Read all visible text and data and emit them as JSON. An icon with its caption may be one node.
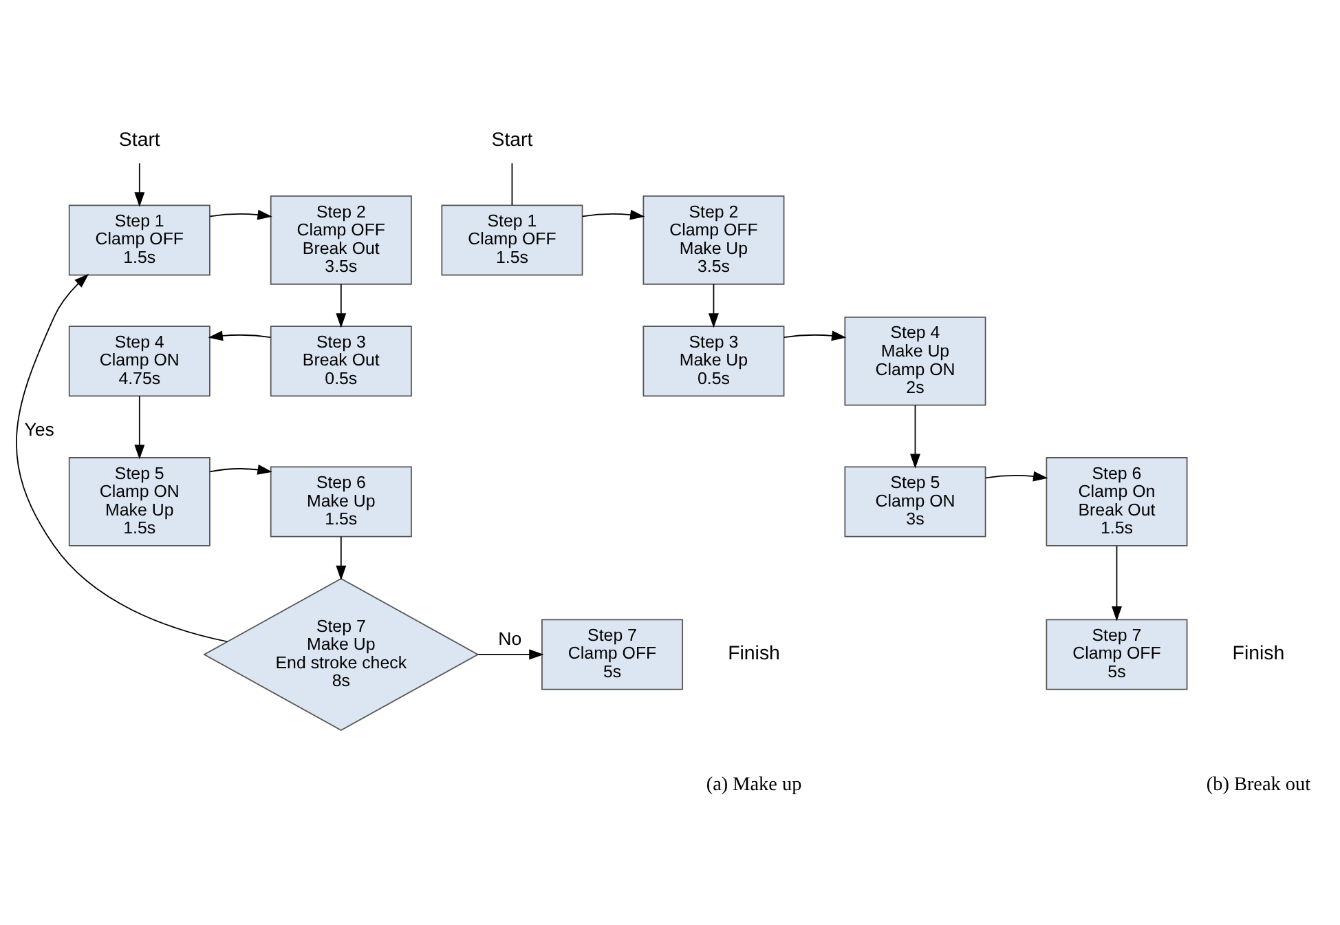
{
  "diagram": {
    "nodes": [
      {
        "text": [
          "Start"
        ]
      },
      {
        "text": [
          "Step 1",
          "Clamp OFF",
          "1.5s"
        ]
      },
      {
        "text": [
          "Step 2",
          "Clamp OFF",
          "Break Out",
          "3.5s"
        ]
      },
      {
        "text": [
          "Step 4",
          "Clamp ON",
          "4.75s"
        ]
      },
      {
        "text": [
          "Step 3",
          "Break Out",
          "0.5s"
        ]
      },
      {
        "text": [
          "Step 5",
          "Clamp ON",
          "Make Up",
          "1.5s"
        ]
      },
      {
        "text": [
          "Step 6",
          "Make Up",
          "1.5s"
        ]
      },
      {
        "text": [
          "Step 7",
          "Clamp OFF",
          "5s"
        ],
        "beside": [
          "Finish"
        ]
      },
      {
        "text": [
          "Step 7",
          "Make Up",
          "End stroke check",
          "8s"
        ]
      },
      {
        "text": [
          "Start"
        ]
      },
      {
        "text": [
          "Step 1",
          "Clamp OFF",
          "1.5s"
        ]
      },
      {
        "text": [
          "Step 2",
          "Clamp OFF",
          "Make Up",
          "3.5s"
        ]
      },
      {
        "text": [
          "Step 4",
          "Make Up",
          "Clamp ON",
          "2s"
        ]
      },
      {
        "text": [
          "Step 3",
          "Make Up",
          "0.5s"
        ]
      },
      {
        "text": [
          "Step 5",
          "Clamp ON",
          "3s"
        ]
      },
      {
        "text": [
          "Step 6",
          "Clamp On",
          "Break Out",
          "1.5s"
        ]
      },
      {
        "text": [
          "Step 7",
          "Clamp OFF",
          "5s"
        ],
        "beside": [
          "Finish"
        ]
      }
    ],
    "edges": [
      {
        "from": 0,
        "to": 1,
        "arrow": "to"
      },
      {
        "from": 1,
        "to": 2,
        "arrow": "to"
      },
      {
        "from": 2,
        "to": 4,
        "arrow": "to"
      },
      {
        "from": 4,
        "to": 3,
        "arrow": "to"
      },
      {
        "from": 3,
        "to": 5,
        "arrow": "to"
      },
      {
        "from": 5,
        "to": 6,
        "arrow": "to"
      },
      {
        "from": 6,
        "to": 8,
        "arrow": "to"
      },
      {
        "from": 8,
        "to": 7,
        "label": "No",
        "arrow": "to"
      },
      {
        "from": 8,
        "to": 1,
        "label": "Yes",
        "arrow": "to"
      },
      {
        "from": 9,
        "to": 10,
        "arrow": "none"
      },
      {
        "from": 10,
        "to": 11,
        "arrow": "to"
      },
      {
        "from": 11,
        "to": 13,
        "arrow": "to"
      },
      {
        "from": 13,
        "to": 12,
        "arrow": "to"
      },
      {
        "from": 12,
        "to": 14,
        "arrow": "to"
      },
      {
        "from": 14,
        "to": 15,
        "arrow": "to"
      },
      {
        "from": 15,
        "to": 16,
        "arrow": "to"
      }
    ],
    "labels": [
      "(a) Make up",
      "(b) Break out"
    ]
  }
}
